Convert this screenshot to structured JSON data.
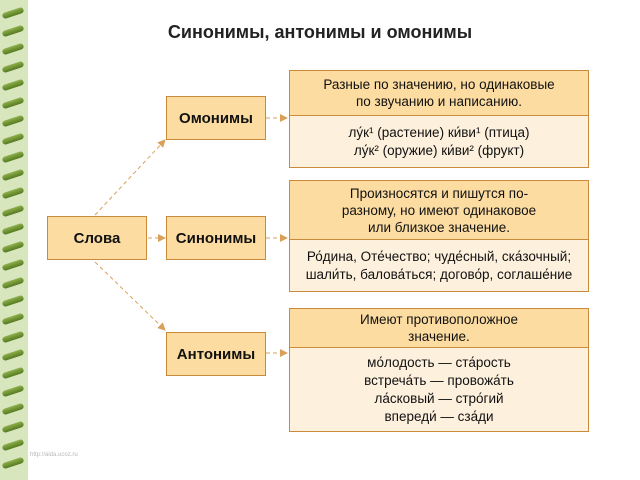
{
  "title": "Синонимы, антонимы и омонимы",
  "root": {
    "label": "Слова"
  },
  "categories": [
    {
      "label": "Омонимы",
      "definition": "Разные по значению, но одинаковые\nпо звучанию и написанию.",
      "examples": "лу́к¹ (растение)   ки́ви¹ (птица)\nлу́к² (оружие)     ки́ви² (фрукт)"
    },
    {
      "label": "Синонимы",
      "definition": "Произносятся и пишутся по-\nразному, но имеют одинаковое\nили близкое значение.",
      "examples": "Ро́дина, Оте́чество; чуде́сный, ска́зочный;\nшали́ть, балова́ться; догово́р, соглаше́ние"
    },
    {
      "label": "Антонимы",
      "definition": "Имеют противоположное\nзначение.",
      "examples": "мо́лодость — ста́рость\nвстреча́ть — провожа́ть\nла́сковый — стро́гий\nвпереди́ — сза́ди"
    }
  ],
  "watermark": "http://aida.ucoz.ru",
  "colors": {
    "box_fill": "#fcdca1",
    "box_border": "#c98a3a",
    "example_fill": "#fdf0dc",
    "arrow": "#d9a05a"
  }
}
